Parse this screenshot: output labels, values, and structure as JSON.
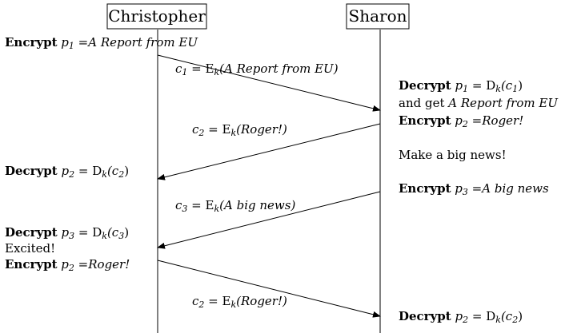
{
  "actors": {
    "left": {
      "name": "Christopher"
    },
    "right": {
      "name": "Sharon"
    }
  },
  "messages": [
    {
      "label": {
        "pre": "c",
        "sub": "1",
        "mid": " = E",
        "key": "k",
        "arg": "(A Report from EU)"
      }
    },
    {
      "label": {
        "pre": "c",
        "sub": "2",
        "mid": " = E",
        "key": "k",
        "arg": "(Roger!)"
      }
    },
    {
      "label": {
        "pre": "c",
        "sub": "3",
        "mid": " = E",
        "key": "k",
        "arg": "(A big news)"
      }
    },
    {
      "label": {
        "pre": "c",
        "sub": "2",
        "mid": " = E",
        "key": "k",
        "arg": "(Roger!)"
      }
    }
  ],
  "left_notes": {
    "n1": {
      "kw": "Encrypt",
      "var": "p",
      "sub": "1",
      "eq": " =",
      "val": "A Report from EU"
    },
    "n2": {
      "kw": "Decrypt",
      "var": "p",
      "sub": "2",
      "eq": " = D",
      "key": "k",
      "arg": "(c",
      "argsub": "2",
      "close": ")"
    },
    "n3": {
      "kw": "Decrypt",
      "var": "p",
      "sub": "3",
      "eq": " = D",
      "key": "k",
      "arg": "(c",
      "argsub": "3",
      "close": ")"
    },
    "n3b": "Excited!",
    "n4": {
      "kw": "Encrypt",
      "var": "p",
      "sub": "2",
      "eq": " =",
      "val": "Roger!"
    }
  },
  "right_notes": {
    "n1": {
      "kw": "Decrypt",
      "var": "p",
      "sub": "1",
      "eq": " = D",
      "key": "k",
      "arg": "(c",
      "argsub": "1",
      "close": ")"
    },
    "n1b": {
      "text": "and get ",
      "val": "A Report from EU"
    },
    "n1c": {
      "kw": "Encrypt",
      "var": "p",
      "sub": "2",
      "eq": " =",
      "val": "Roger!"
    },
    "n2": "Make a big news!",
    "n3": {
      "kw": "Encrypt",
      "var": "p",
      "sub": "3",
      "eq": " =",
      "val": "A big news"
    },
    "n4": {
      "kw": "Decrypt",
      "var": "p",
      "sub": "2",
      "eq": " = D",
      "key": "k",
      "arg": "(c",
      "argsub": "2",
      "close": ")"
    }
  }
}
